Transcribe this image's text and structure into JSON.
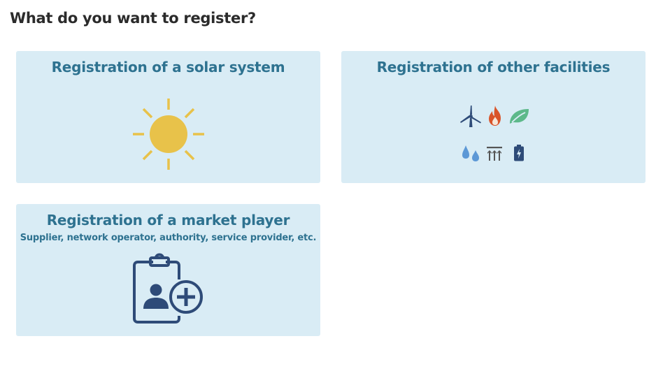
{
  "page": {
    "heading": "What do you want to register?"
  },
  "cards": {
    "solar": {
      "title": "Registration of a solar system",
      "icon": "sun-icon"
    },
    "other": {
      "title": "Registration of other facilities",
      "icons": [
        "wind-turbine-icon",
        "flame-icon",
        "leaf-icon",
        "water-drops-icon",
        "heat-icon",
        "battery-icon"
      ]
    },
    "market": {
      "title": "Registration of a market player",
      "subtitle": "Supplier, network operator, authority, service provider, etc.",
      "icon": "clipboard-user-add-icon"
    }
  },
  "colors": {
    "card_background": "#d9ecf5",
    "title_text": "#2e7290",
    "sun": "#e8c24a",
    "navy_icon": "#2e4b78",
    "flame": "#d9542a",
    "leaf": "#5db98a",
    "water": "#5c98d6",
    "heat": "#555555"
  }
}
